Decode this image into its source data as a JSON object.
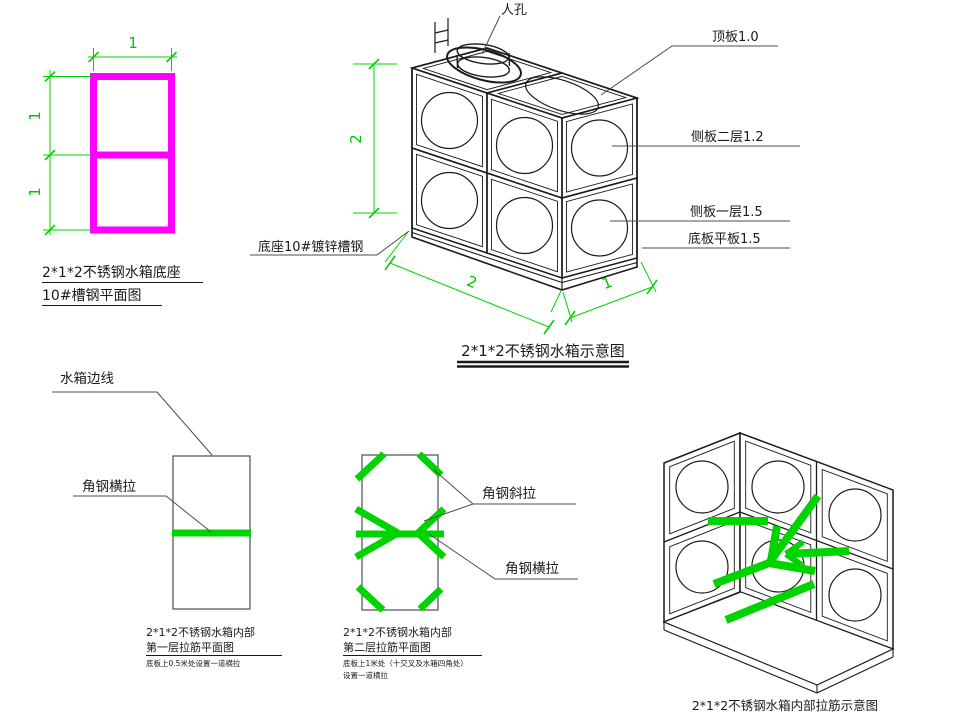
{
  "colors": {
    "magenta": "#ff00ff",
    "green": "#00d400",
    "drawing_line": "#1c1c1c",
    "leader_line": "#4d4d4d"
  },
  "base_plan": {
    "dim_top": "1",
    "dim_upper_left": "1",
    "dim_lower_left": "1",
    "caption_line1": "2*1*2不锈钢水箱底座",
    "caption_line2": "10#槽钢平面图"
  },
  "tank_iso": {
    "label_manhole": "人孔",
    "label_top_plate": "顶板1.0",
    "label_side_layer2": "侧板二层1.2",
    "label_side_layer1": "侧板一层1.5",
    "label_bottom_plate": "底板平板1.5",
    "label_base": "底座10#镀锌槽钢",
    "dim_height": "2",
    "dim_length": "2",
    "dim_width": "1",
    "caption": "2*1*2不锈钢水箱示意图"
  },
  "layer1_plan": {
    "label_tank_edge": "水箱边线",
    "label_horizontal_tie": "角钢横拉",
    "caption_line1": "2*1*2不锈钢水箱内部",
    "caption_line2": "第一层拉筋平面图",
    "note": "底板上0.5米处设置一道横拉"
  },
  "layer2_plan": {
    "label_diagonal_tie": "角钢斜拉",
    "label_horizontal_tie": "角钢横拉",
    "caption_line1": "2*1*2不锈钢水箱内部",
    "caption_line2": "第二层拉筋平面图",
    "note_line1": "底板上1米处（十交叉及水箱四角处）",
    "note_line2": "设置一道横拉"
  },
  "interior_iso": {
    "caption": "2*1*2不锈钢水箱内部拉筋示意图"
  }
}
